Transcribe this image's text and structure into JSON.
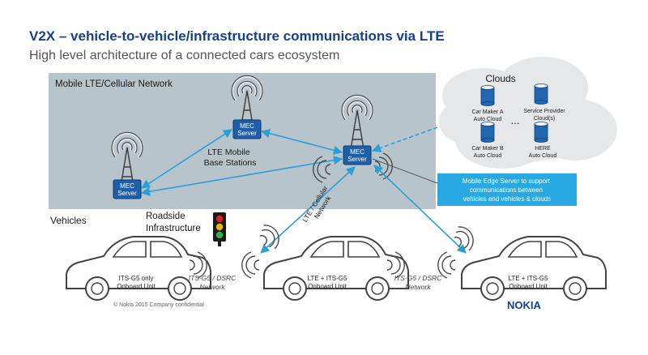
{
  "title": "V2X – vehicle-to-vehicle/infrastructure communications via LTE",
  "subtitle": "High level architecture of a connected cars ecosystem",
  "network": {
    "label": "Mobile LTE/Cellular Network",
    "base_stations_label": [
      "LTE Mobile",
      "Base Stations"
    ]
  },
  "mec_server": [
    "MEC",
    "Server"
  ],
  "clouds": {
    "title": "Clouds",
    "ellipsis": "...",
    "items": [
      [
        "Car Maker A",
        "Auto Cloud"
      ],
      [
        "Service Provider",
        "Cloud(s)"
      ],
      [
        "Car Maker B",
        "Auto Cloud"
      ],
      [
        "HERE",
        "Auto Cloud"
      ]
    ]
  },
  "mec_callout": [
    "Mobile Edge Server to support",
    "communications between",
    "vehicles and vehicles & clouds"
  ],
  "lte_network_label": [
    "LTE / Cellular",
    "Network"
  ],
  "vehicles_label": "Vehicles",
  "roadside_label": [
    "Roadside",
    "Infrastructure"
  ],
  "vehicles": [
    [
      "ITS-G5 only",
      "Onboard Unit"
    ],
    [
      "LTE + ITS-G5",
      "Onboard Unit"
    ],
    [
      "LTE + ITS-G5",
      "Onboard Unit"
    ]
  ],
  "dsrc_label": [
    "ITS-G5 / DSRC",
    "Network"
  ],
  "footer": "© Nokia 2015   Company confidential",
  "logo": "NOKIA",
  "colors": {
    "brand": "#124191",
    "link": "#2a9fd6",
    "network_bg": "#b8c5cc",
    "callout": "#29a9e1",
    "server": "#1f5fa8"
  }
}
